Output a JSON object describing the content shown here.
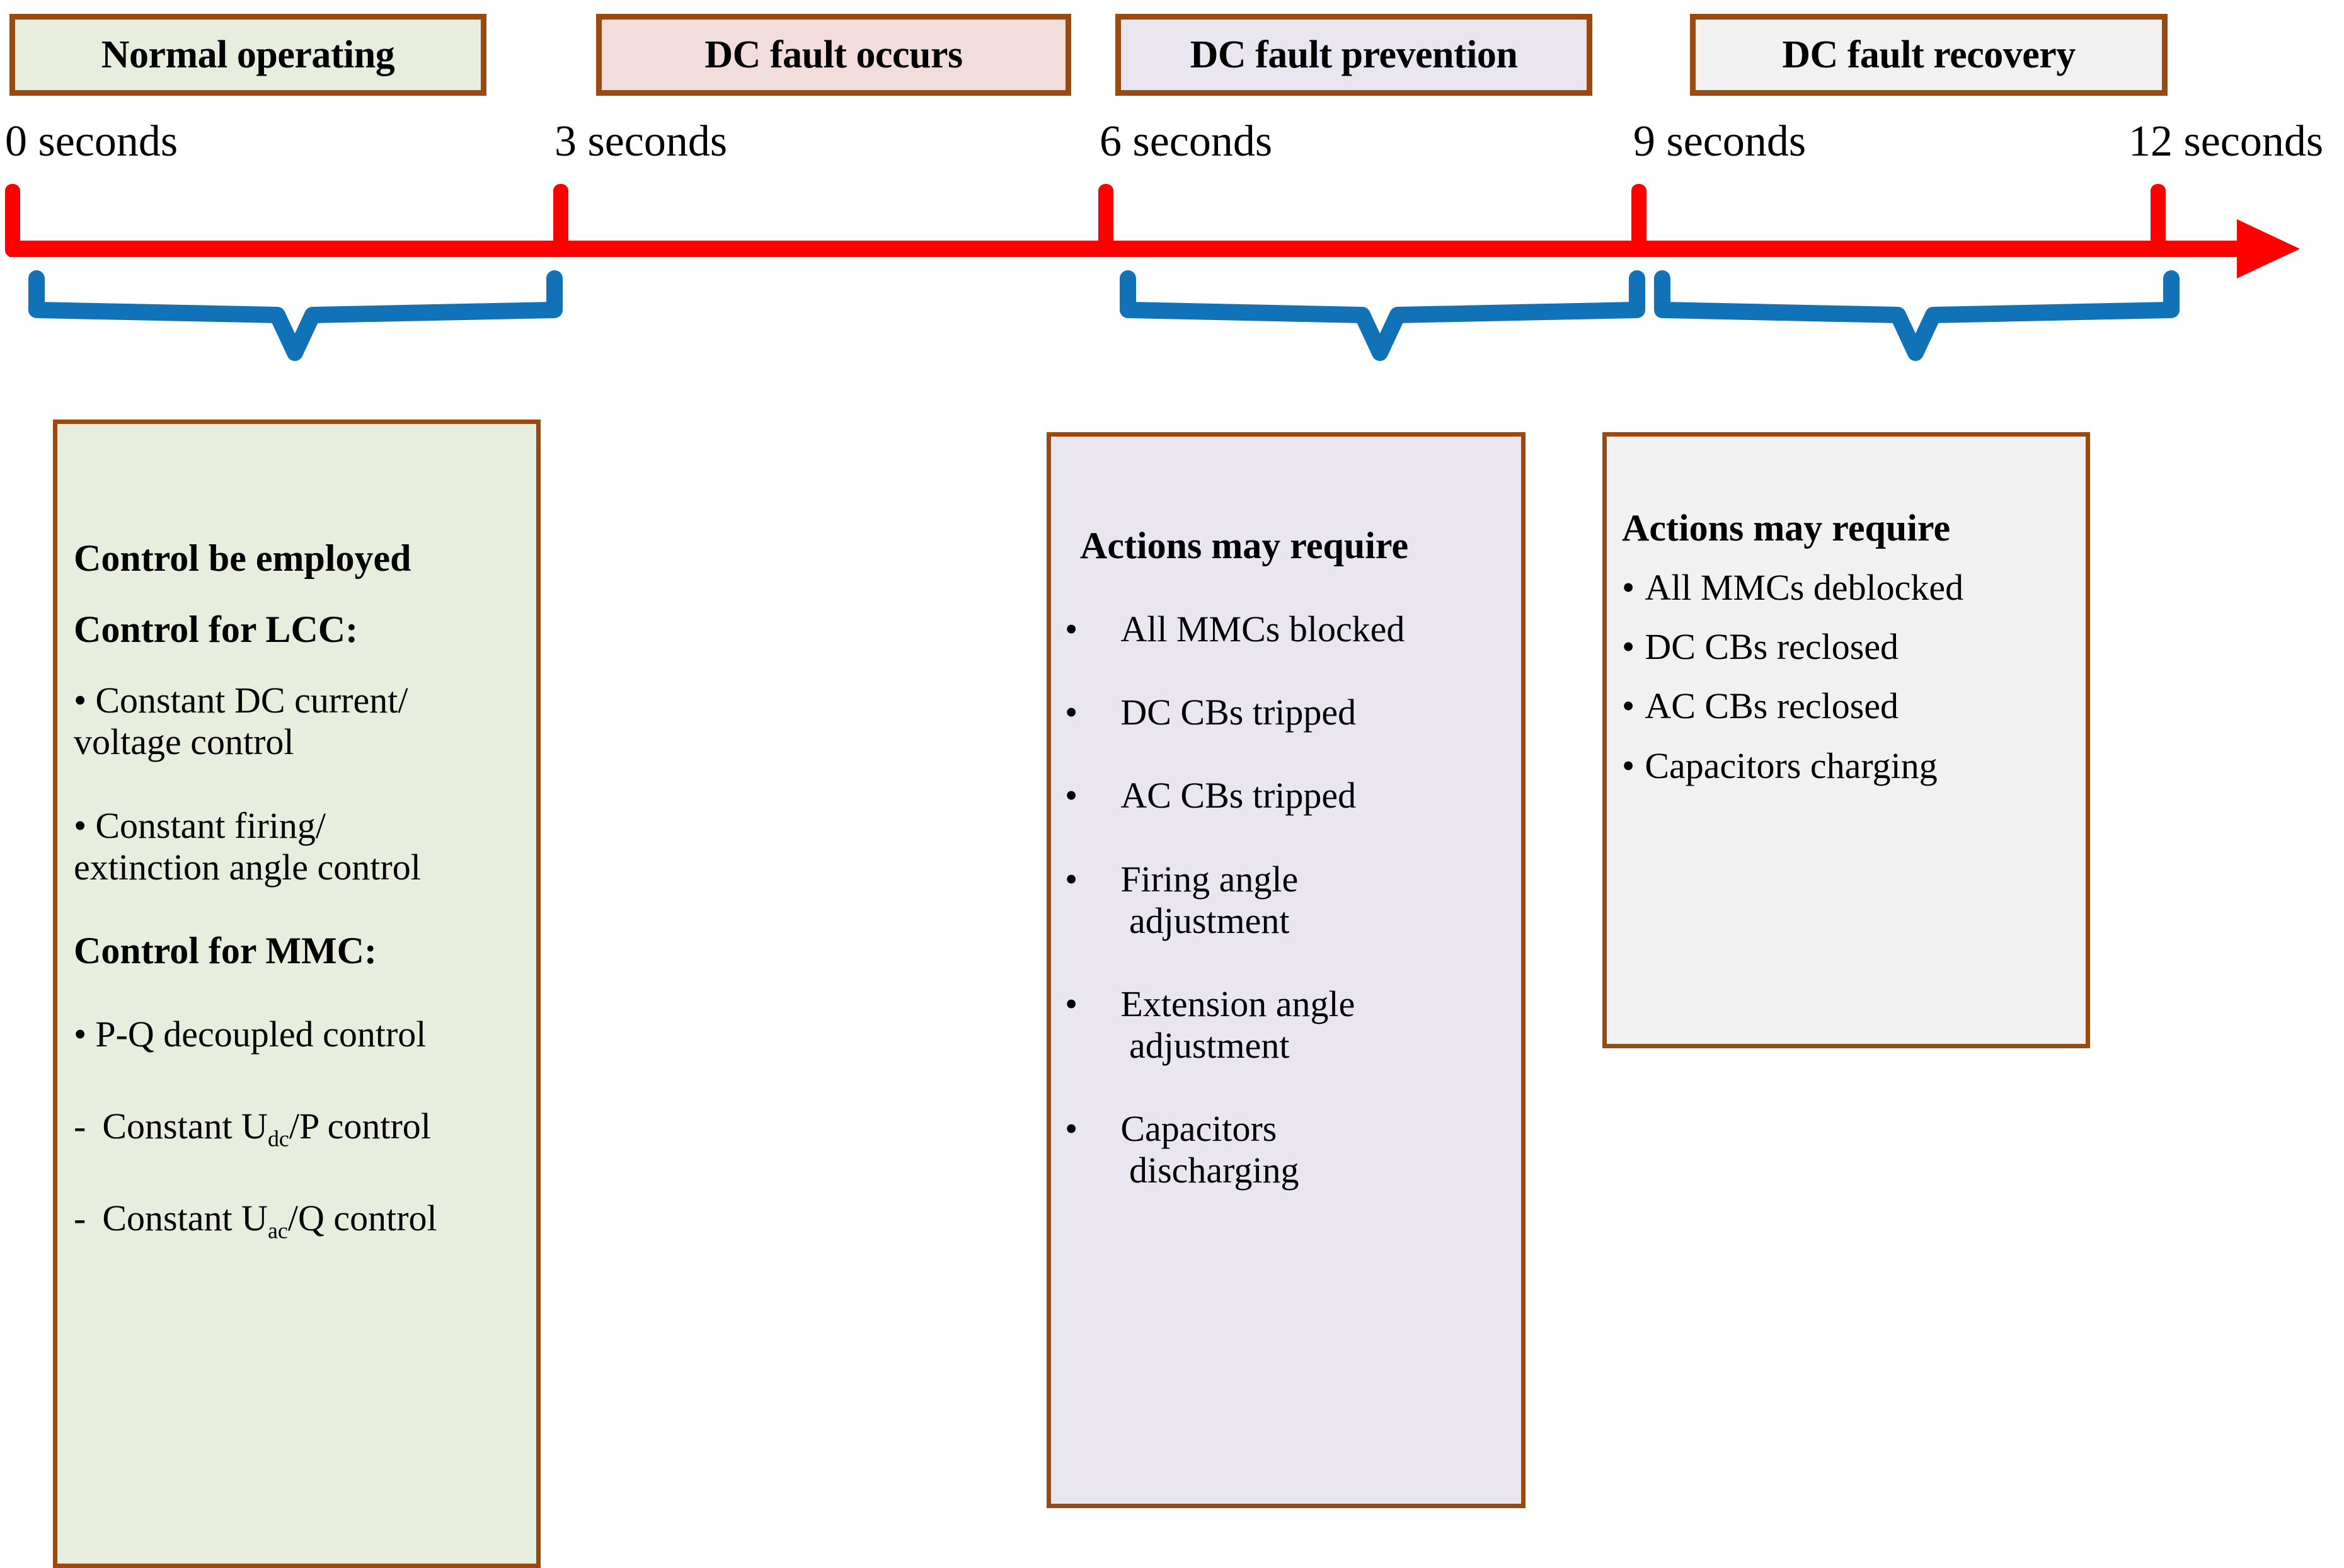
{
  "diagram": {
    "title": "HVDC DC fault handling timeline",
    "colors": {
      "border_brown": "#9a4a10",
      "timeline_red": "#ff0000",
      "bracket_blue": "#1272b8",
      "phase1_fill": "#e8eedd",
      "phase2_fill": "#f2dddc",
      "phase3_fill": "#e9e6f0",
      "phase4_fill": "#f1f1f1"
    }
  },
  "phases": [
    {
      "label": "Normal operating"
    },
    {
      "label": "DC fault occurs"
    },
    {
      "label": "DC fault prevention"
    },
    {
      "label": "DC fault recovery"
    }
  ],
  "axis": {
    "ticks": [
      {
        "label": "0 seconds",
        "value": 0
      },
      {
        "label": "3 seconds",
        "value": 3
      },
      {
        "label": "6 seconds",
        "value": 6
      },
      {
        "label": "9 seconds",
        "value": 9
      },
      {
        "label": "12 seconds",
        "value": 12
      }
    ],
    "unit": "seconds",
    "range": [
      0,
      12
    ]
  },
  "panels": {
    "normal_operating": {
      "heading_1": "Control be employed",
      "heading_2": "Control for LCC:",
      "lcc_item_1": {
        "bullet": "•",
        "line1": "Constant DC current/",
        "line2": "voltage control"
      },
      "lcc_item_2": {
        "bullet": "•",
        "line1": "Constant firing/",
        "line2": "extinction angle control"
      },
      "heading_3": "Control for MMC:",
      "mmc_item_1": {
        "bullet": "•",
        "text": "P-Q decoupled control"
      },
      "mmc_item_2": {
        "bullet": "-",
        "pre": "Constant U",
        "sub": "dc",
        "post": "/P control"
      },
      "mmc_item_3": {
        "bullet": "-",
        "pre": "Constant U",
        "sub": "ac",
        "post": "/Q control"
      }
    },
    "prevention": {
      "heading": "Actions may require",
      "items": [
        {
          "bullet": "•",
          "line1": "All MMCs blocked",
          "line2": ""
        },
        {
          "bullet": "•",
          "line1": "DC CBs tripped",
          "line2": ""
        },
        {
          "bullet": "•",
          "line1": "AC CBs tripped",
          "line2": ""
        },
        {
          "bullet": "•",
          "line1": "Firing angle",
          "line2": "adjustment"
        },
        {
          "bullet": "•",
          "line1": "Extension angle",
          "line2": "adjustment"
        },
        {
          "bullet": "•",
          "line1": "Capacitors",
          "line2": "discharging"
        }
      ]
    },
    "recovery": {
      "heading": "Actions may require",
      "items": [
        {
          "bullet": "•",
          "text": "All MMCs deblocked"
        },
        {
          "bullet": "•",
          "text": "DC CBs reclosed"
        },
        {
          "bullet": "•",
          "text": "AC CBs reclosed"
        },
        {
          "bullet": "•",
          "text": "Capacitors charging"
        }
      ]
    }
  }
}
